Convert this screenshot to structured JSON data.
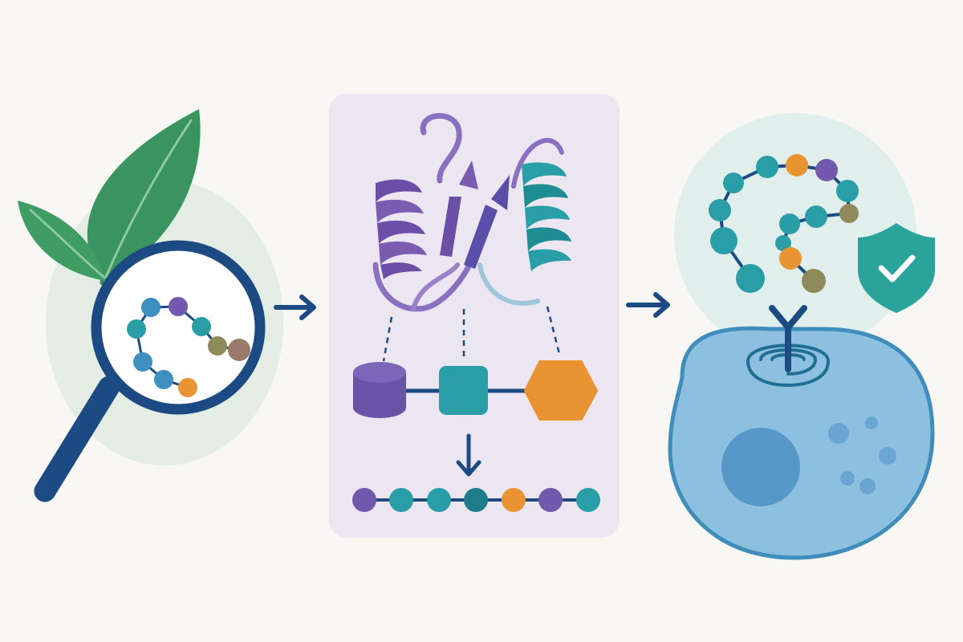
{
  "palette": {
    "background": "#f8f7f3",
    "navy": "#1c4a82",
    "leaf_dark": "#2f8a58",
    "leaf_light": "#3f9c62",
    "halo_green": "#e3ede4",
    "panel_lavender": "#ebe6f1",
    "helix_purple": "#7a5cb0",
    "helix_teal": "#2a9ea6",
    "bead_teal": "#2a9ea6",
    "bead_blue": "#3f8fc0",
    "bead_purple": "#7259ad",
    "bead_orange": "#ea9333",
    "bead_olive": "#8f8a5a",
    "bead_brown": "#9a7a6a",
    "halo_teal": "#e0efec",
    "shield": "#2aa39a",
    "cell_fill": "#8dbfdf",
    "cell_stroke": "#3f8dbb",
    "nucleus": "#5699c9"
  },
  "stages": [
    {
      "id": "discovery",
      "icons": [
        "leaf-icon",
        "magnifier-icon",
        "peptide-chain-icon"
      ]
    },
    {
      "id": "design",
      "icons": [
        "protein-structure-icon",
        "cylinder-icon",
        "square-icon",
        "hexagon-icon",
        "arrow-down-icon",
        "bead-chain-icon"
      ]
    },
    {
      "id": "action",
      "icons": [
        "peptide-chain-icon",
        "receptor-icon",
        "shield-check-icon",
        "cell-icon"
      ]
    }
  ],
  "flow_arrows": [
    "arrow-right-icon",
    "arrow-right-icon"
  ],
  "linear_chain": [
    "purple",
    "teal",
    "teal",
    "dark-teal",
    "orange",
    "purple",
    "teal"
  ]
}
